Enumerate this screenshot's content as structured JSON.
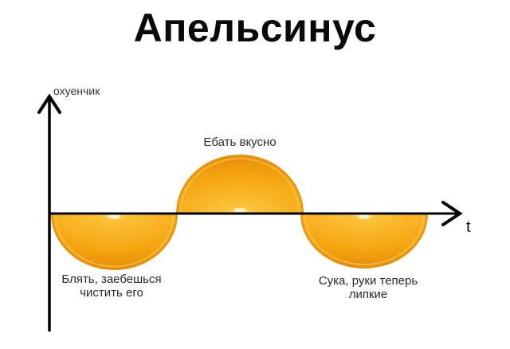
{
  "title": "Апельсинус",
  "axes": {
    "y_label": "охуенчик",
    "x_label": "t"
  },
  "annotations": {
    "peak": "Ебать вкусно",
    "trough1_line1": "Блять, заебешься",
    "trough1_line2": "чистить его",
    "trough2_line1": "Сука, руки теперь",
    "trough2_line2": "липкие"
  },
  "colors": {
    "orange_fill": "#f5a50f",
    "orange_light": "#fbc23a",
    "orange_rind": "#e8900a",
    "axis": "#000000",
    "text": "#2a2a2a"
  },
  "chart_data": {
    "type": "line",
    "title": "Апельсинус",
    "xlabel": "t",
    "ylabel": "охуенчик",
    "description": "Sine-like wave drawn with orange half-slices: trough, peak, trough",
    "x": [
      0,
      1,
      2,
      3,
      4,
      5,
      6
    ],
    "values": [
      0,
      -1,
      0,
      1,
      0,
      -1,
      0
    ],
    "segments": [
      {
        "phase": "trough",
        "label": "Блять, заебешься чистить его"
      },
      {
        "phase": "peak",
        "label": "Ебать вкусно"
      },
      {
        "phase": "trough",
        "label": "Сука, руки теперь липкие"
      }
    ],
    "grid": false
  }
}
